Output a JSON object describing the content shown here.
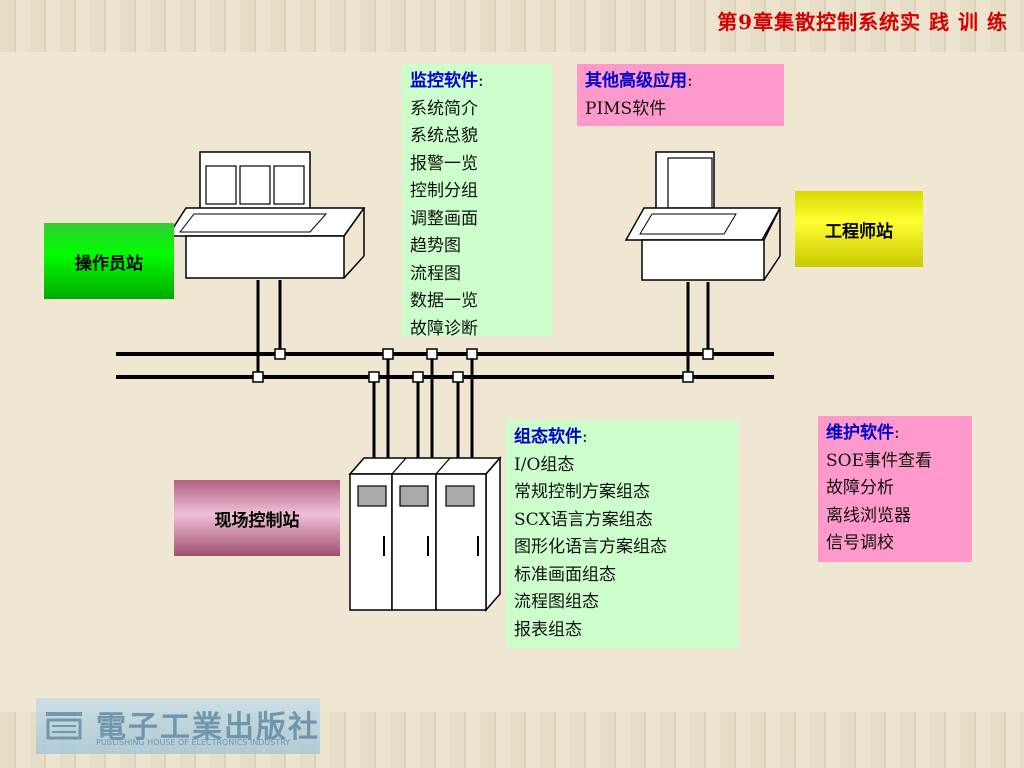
{
  "header": {
    "title": "第9章集散控制系统实 践 训 练"
  },
  "stations": {
    "operator": "操作员站",
    "engineer": "工程师站",
    "field": "现场控制站"
  },
  "monitor_software": {
    "heading": "监控软件",
    "items": [
      "系统简介",
      "系统总貌",
      "报警一览",
      "控制分组",
      "调整画面",
      "趋势图",
      "流程图",
      "数据一览",
      "故障诊断"
    ]
  },
  "advanced_apps": {
    "heading": "其他高级应用",
    "items": [
      "PIMS软件"
    ]
  },
  "config_software": {
    "heading": "组态软件",
    "items": [
      "I/O组态",
      "常规控制方案组态",
      "SCX语言方案组态",
      "图形化语言方案组态",
      "标准画面组态",
      "流程图组态",
      "报表组态"
    ]
  },
  "maintenance_software": {
    "heading": "维护软件",
    "items": [
      "SOE事件查看",
      "故障分析",
      "离线浏览器",
      "信号调校"
    ]
  },
  "publisher": {
    "name": "電子工業出版社",
    "sub": "PUBLISHING HOUSE OF ELECTRONICS INDUSTRY"
  },
  "colors": {
    "title": "#d40000",
    "heading": "#0000cc",
    "green_box": "#ccffcc",
    "pink_box": "#ff99cc"
  }
}
